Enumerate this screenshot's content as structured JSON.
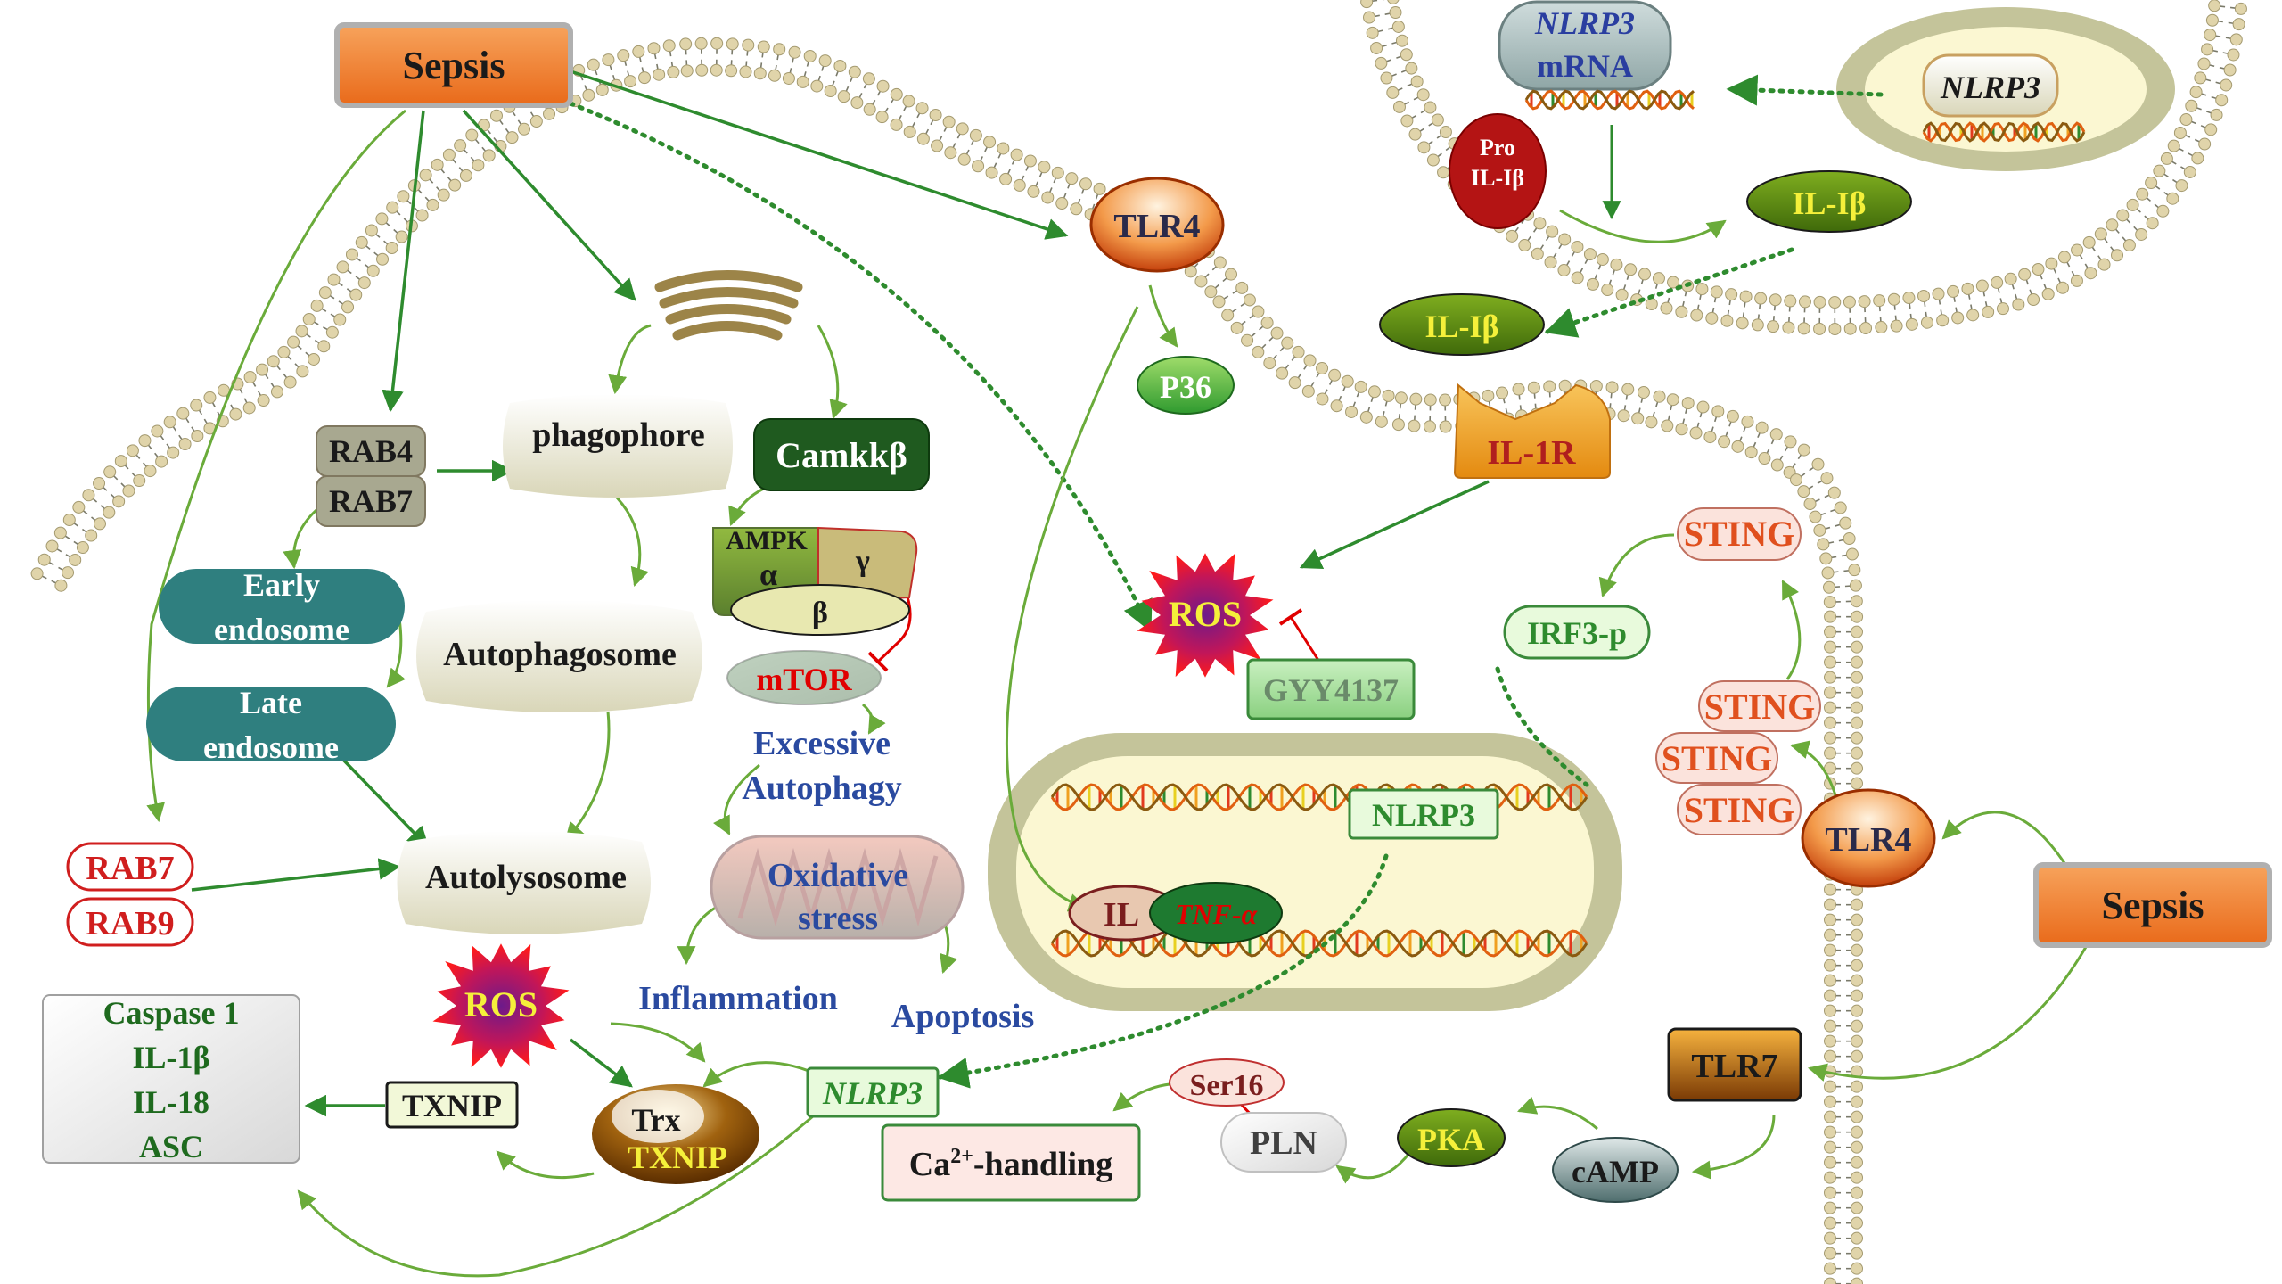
{
  "nodes": {
    "sepsis_top": "Sepsis",
    "sepsis_right": "Sepsis",
    "tlr4_top": "TLR4",
    "tlr4_right": "TLR4",
    "tlr7": "TLR7",
    "nlrp3_mrna_1": "NLRP3",
    "nlrp3_mrna_2": "mRNA",
    "nlrp3_gene": "NLRP3",
    "pro_il_1": "Pro",
    "pro_il_2": "IL-Iβ",
    "il1b_upper": "IL-Iβ",
    "il1b_lower": "IL-Iβ",
    "il1r": "IL-1R",
    "p36": "P36",
    "rab4": "RAB4",
    "rab7_top": "RAB7",
    "phagophore": "phagophore",
    "camkkb": "Camkkβ",
    "ampk": "AMPK",
    "alpha": "α",
    "gamma": "γ",
    "beta": "β",
    "mtor": "mTOR",
    "early_endo_1": "Early",
    "early_endo_2": "endosome",
    "late_endo_1": "Late",
    "late_endo_2": "endosome",
    "autophagosome": "Autophagosome",
    "autolysosome": "Autolysosome",
    "excessive_1": "Excessive",
    "excessive_2": "Autophagy",
    "oxidative_1": "Oxidative",
    "oxidative_2": "stress",
    "inflammation": "Inflammation",
    "apoptosis": "Apoptosis",
    "rab7_red": "RAB7",
    "rab9_red": "RAB9",
    "ros_center": "ROS",
    "ros_left": "ROS",
    "gyy4137": "GYY4137",
    "nlrp3_nucleus": "NLRP3",
    "il_nucleus": "IL",
    "tnfa": "TNF-α",
    "sting_top": "STING",
    "sting_1": "STING",
    "sting_2": "STING",
    "sting_3": "STING",
    "irf3p": "IRF3-p",
    "caspase_1": "Caspase 1",
    "il_1b": "IL-1β",
    "il_18": "IL-18",
    "asc": "ASC",
    "txnip": "TXNIP",
    "trx": "Trx",
    "trx_txnip": "TXNIP",
    "nlrp3_lower": "NLRP3",
    "ca_handling_1": "Ca",
    "ca_handling_sup": "2+",
    "ca_handling_2": "-handling",
    "ser16": "Ser16",
    "pln": "PLN",
    "pka": "PKA",
    "camp": "cAMP"
  },
  "colors": {
    "arrow_green": "#2e8b2e",
    "arrow_light_green": "#6aab3a",
    "sepsis_orange": "#ed7d31",
    "teal": "#2f7f7f",
    "dark_green": "#1e5a1e",
    "red_text": "#e00000",
    "sting_text": "#e0501e",
    "blue_text": "#2a4aa0",
    "membrane": "#d8cba0"
  }
}
